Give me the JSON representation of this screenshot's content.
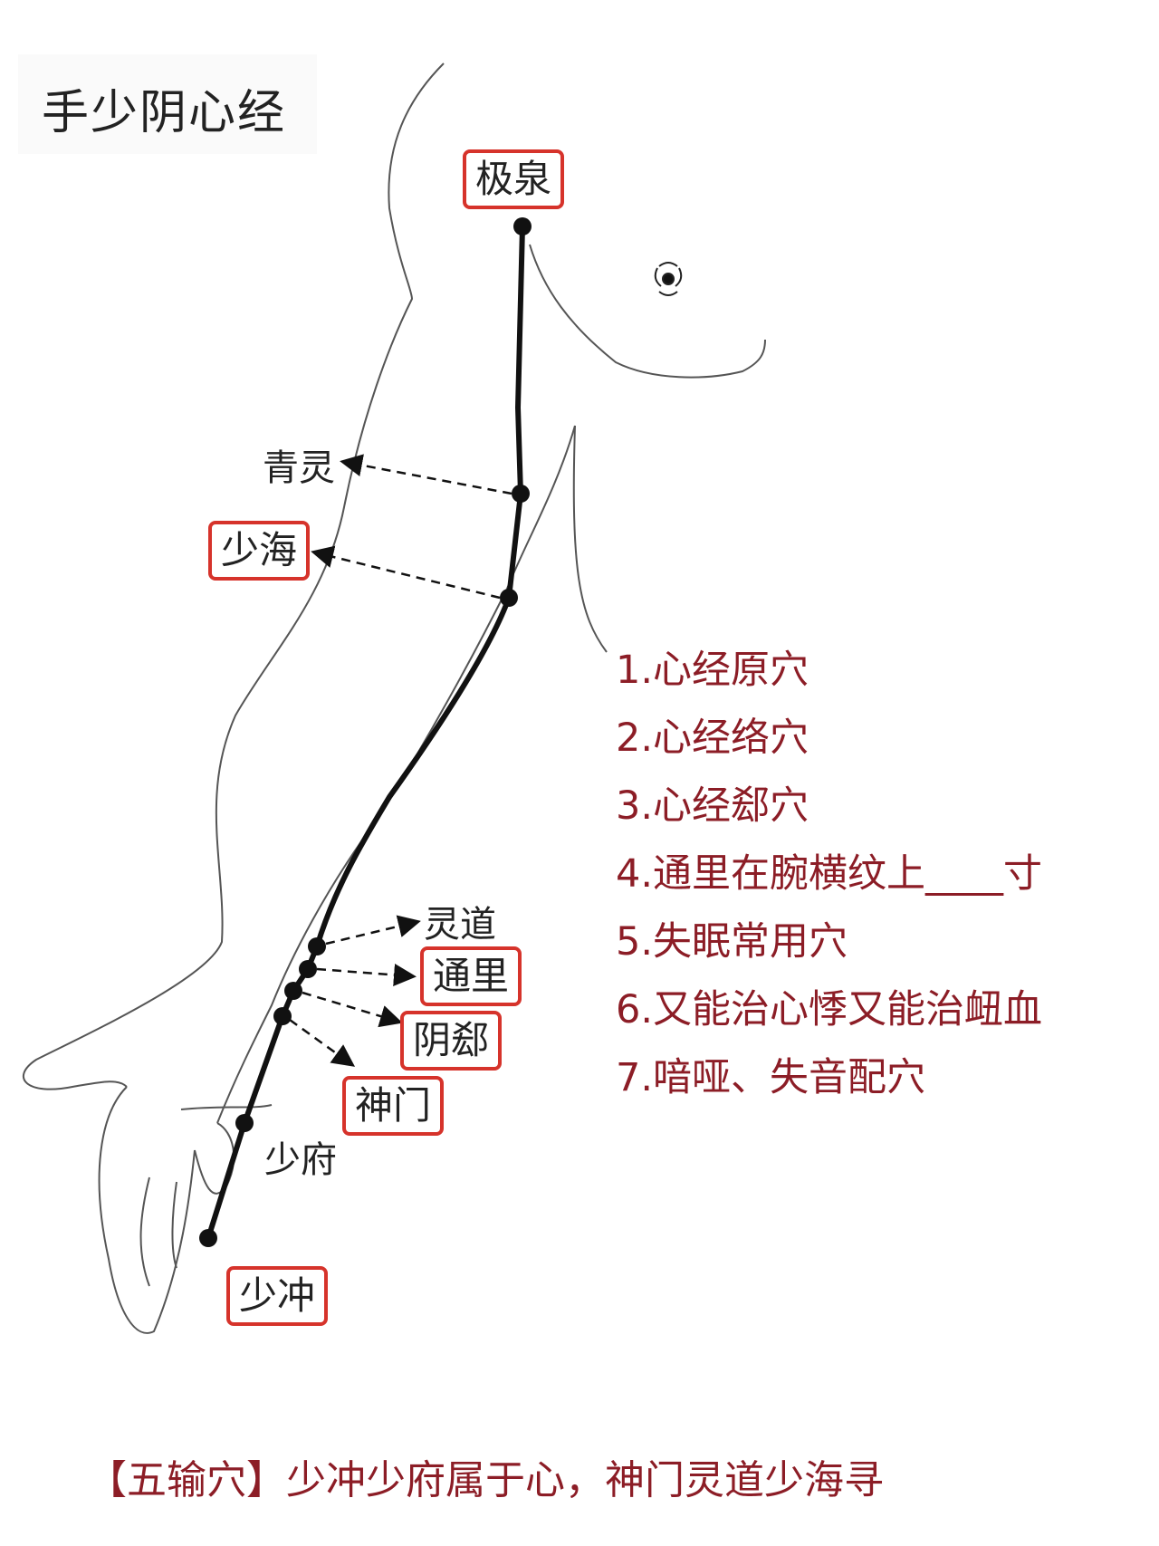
{
  "title": "手少阴心经",
  "points": {
    "jiquan": "极泉",
    "qingling": "青灵",
    "shaohai": "少海",
    "lingdao": "灵道",
    "tongli": "通里",
    "yinxi": "阴郄",
    "shenmen": "神门",
    "shaofu": "少府",
    "shaochong": "少冲"
  },
  "questions": [
    "1.心经原穴",
    "2.心经络穴",
    "3.心经郄穴",
    "4.通里在腕横纹上____寸",
    "5.失眠常用穴",
    "6.又能治心悸又能治衄血",
    "7.喑哑、失音配穴"
  ],
  "footer": "【五输穴】少冲少府属于心，神门灵道少海寻",
  "colors": {
    "box_border": "#d6332b",
    "question_text": "#8c1d26",
    "meridian_line": "#111111",
    "outline": "#555555"
  }
}
